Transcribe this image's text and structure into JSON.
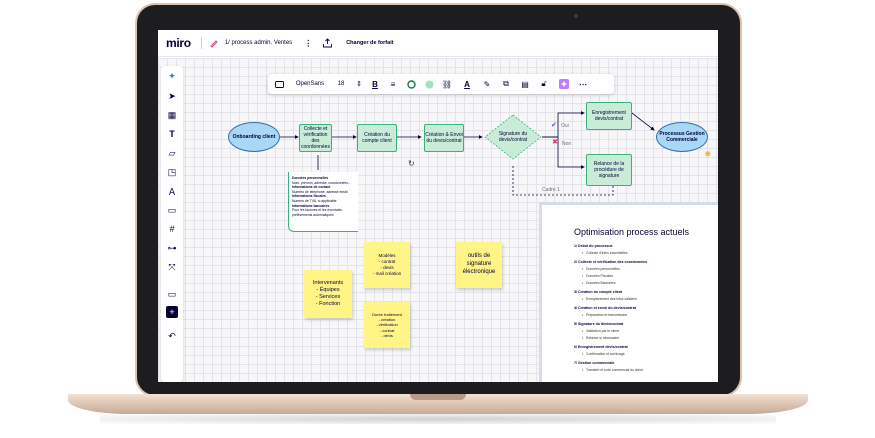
{
  "app": {
    "logo": "miro",
    "board_title": "1/ process admin. Ventes",
    "plan_button": "Changer de forfait"
  },
  "format_toolbar": {
    "font": "OpenSans",
    "size": "18",
    "icons": [
      "shape-icon",
      "bold-icon",
      "align-icon",
      "border-icon",
      "fill-icon",
      "link-icon",
      "text-color-icon",
      "highlight-icon",
      "duplicate-icon",
      "delete-icon",
      "lock-icon",
      "ai-icon",
      "more-icon"
    ]
  },
  "left_toolbar": {
    "icons": [
      "sparkle-icon",
      "select-icon",
      "table-icon",
      "text-icon",
      "sticky-note-icon",
      "shapes-icon",
      "pen-icon",
      "comment-icon",
      "frame-icon",
      "mindmap-icon",
      "connect-icon",
      "plus-icon",
      "more-icon",
      "undo-icon"
    ]
  },
  "flow": {
    "onboarding": "Onboarding client",
    "collecte": "Collecte et vérification des coordonnées",
    "creation_compte": "Création du compte client",
    "creation_devis": "Création & Envoi du devis/contrat",
    "signature": "Signature du devis/contrat",
    "enregistrement": "Enregistrement devis/contrat",
    "relance": "Relance de la procédure de signature",
    "processus": "Processus Gestion Commerciale",
    "oui": "Oui",
    "non": "Non",
    "frame_label": "Cadre 1"
  },
  "notes": {
    "lines": [
      {
        "text": "Données personnelles",
        "bold": true
      },
      {
        "text": "Nom, prénom, adresse, coordonnées...",
        "bold": false
      },
      {
        "text": "Informations de contact",
        "bold": true
      },
      {
        "text": "Numéro de téléphone, adresse email",
        "bold": false
      },
      {
        "text": "Informations fiscales",
        "bold": true
      },
      {
        "text": "Numéro de TVA, si applicable",
        "bold": false
      },
      {
        "text": "Informations bancaires",
        "bold": true
      },
      {
        "text": "Pour les factures et les éventuels",
        "bold": false
      },
      {
        "text": "prélèvements automatiques",
        "bold": false
      }
    ]
  },
  "stickies": {
    "intervenants": "Intervenants\n- Équipes\n- Services\n- Fonction",
    "modeles": "Modèles\n- contrat\n- devis\n- mail création",
    "outils": "outils de signature électronique",
    "duree": "Durée traitement\n- création\n- vérification\n- contrat\n- devis"
  },
  "document": {
    "title": "Optimisation process actuels",
    "sections": [
      {
        "heading": "1/ Début du processus",
        "items": [
          "Collecte d'infos essentielles"
        ]
      },
      {
        "heading": "2/ Collecte et vérification des coordonnées",
        "items": [
          "Données personnelles",
          "Données Fiscales",
          "Données Bancaires"
        ]
      },
      {
        "heading": "3/ Création du compte client",
        "items": [
          "Enregistrement des infos validées"
        ]
      },
      {
        "heading": "4/ Création et envoi du devis/contrat",
        "items": [
          "Préparation et transmission"
        ]
      },
      {
        "heading": "5/ Signature du devis/contrat",
        "items": [
          "Validation par le client",
          "Relance si nécessaire"
        ]
      },
      {
        "heading": "6/ Enregistrement devis/contrat",
        "items": [
          "Confirmation et archivage"
        ]
      },
      {
        "heading": "7/ Gestion commerciale",
        "items": [
          "Transfert et suivi commercial du client"
        ]
      }
    ]
  },
  "colors": {
    "accent": "#4262ff",
    "node_fill": "#c9ecd9",
    "node_border": "#39b27b",
    "ellipse_fill": "#a8d8f5",
    "sticky": "#fff587"
  }
}
